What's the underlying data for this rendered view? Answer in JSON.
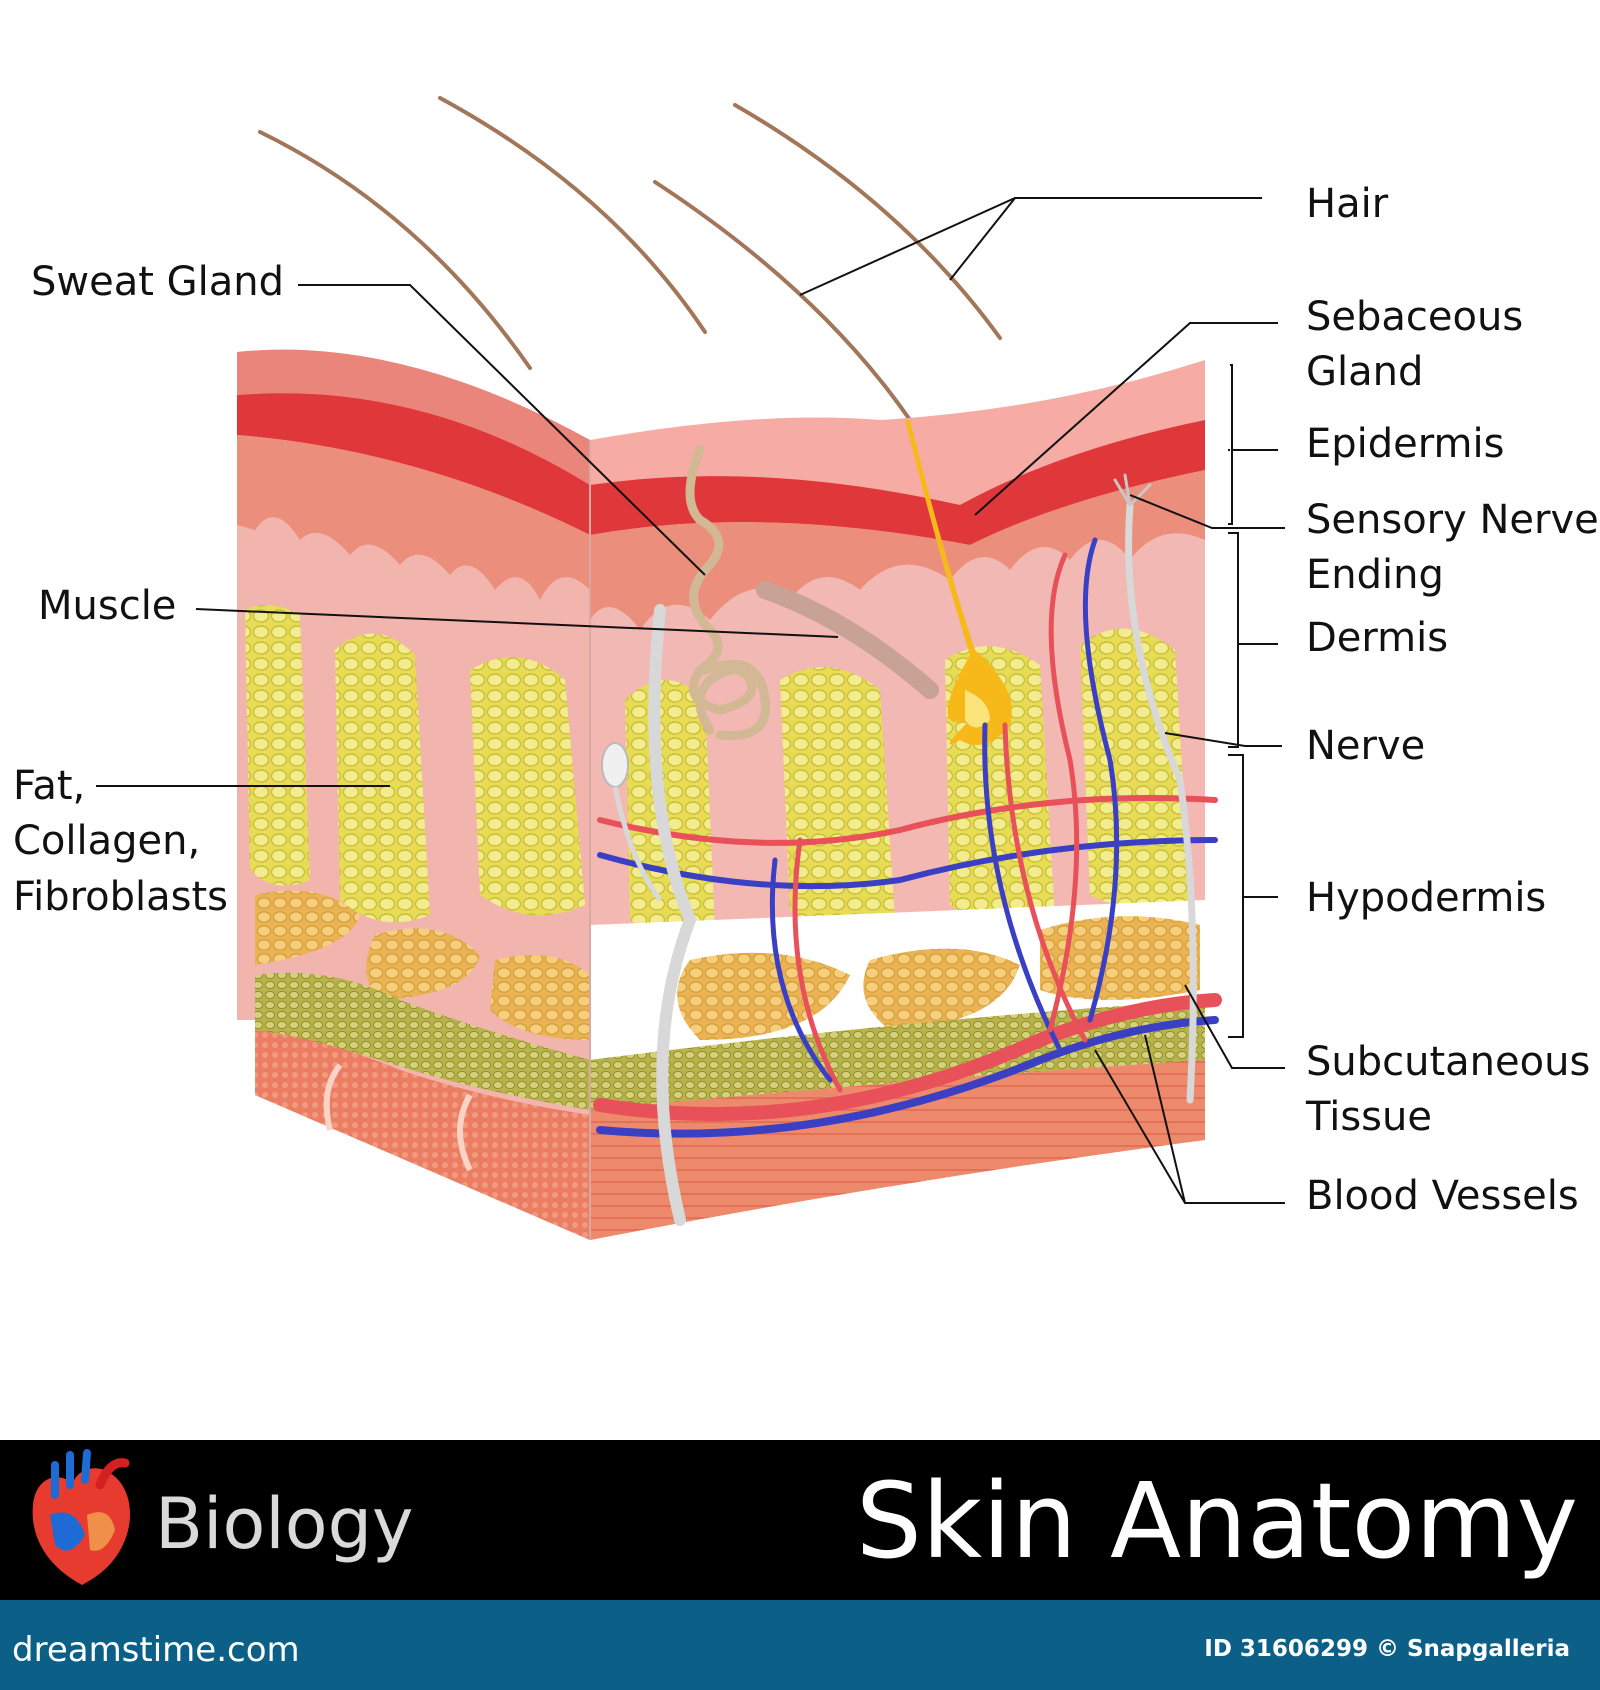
{
  "labels": {
    "sweat_gland": "Sweat Gland",
    "muscle": "Muscle",
    "fat_1": "Fat,",
    "fat_2": "Collagen,",
    "fat_3": "Fibroblasts",
    "hair": "Hair",
    "sebaceous_1": "Sebaceous",
    "sebaceous_2": "Gland",
    "epidermis": "Epidermis",
    "sensory_1": "Sensory Nerve",
    "sensory_2": "Ending",
    "dermis": "Dermis",
    "nerve": "Nerve",
    "hypodermis": "Hypodermis",
    "subcutaneous_1": "Subcutaneous",
    "subcutaneous_2": "Tissue",
    "blood_vessels": "Blood Vessels"
  },
  "band": {
    "subject": "Biology",
    "title": "Skin Anatomy"
  },
  "footer": {
    "site": "dreamstime.com",
    "stock_id": "ID 31606299 © Snapgalleria"
  },
  "colors": {
    "epidermis_top": "#f8c3c0",
    "epidermis_red": "#e0373a",
    "dermis": "#eeaaa5",
    "fat": "#e8df5e",
    "subcutaneous_fat": "#eebc59",
    "artery": "#e8505a",
    "vein": "#3a3fc4",
    "nerve": "#d8d8d8",
    "hair": "#a27658",
    "band": "#000000",
    "footer": "#0c5f86"
  }
}
